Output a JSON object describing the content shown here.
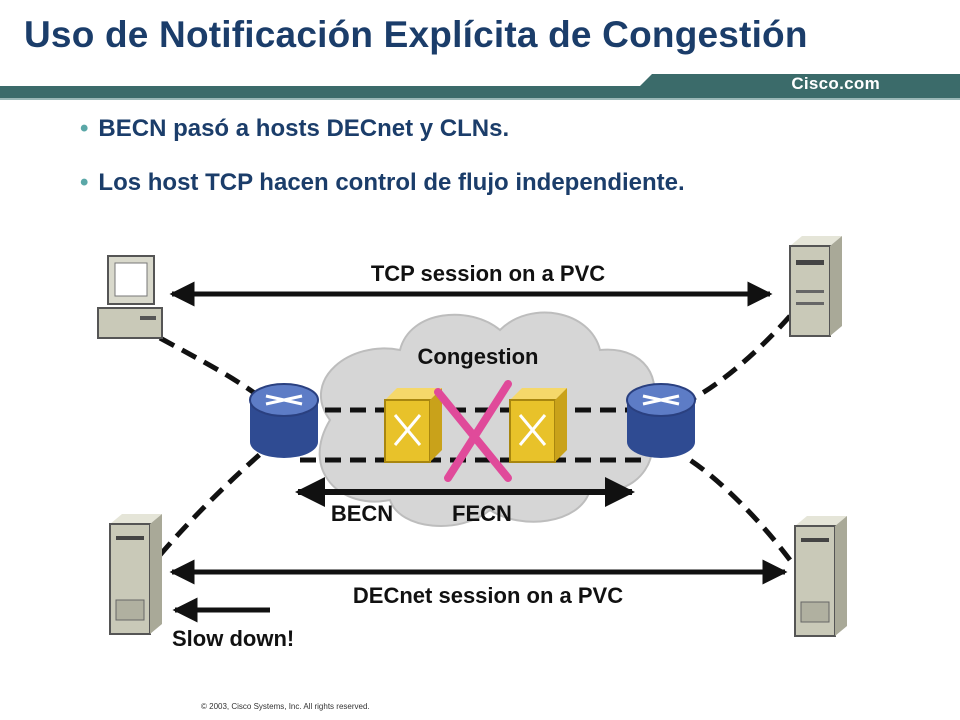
{
  "header": {
    "title": "Uso de Notificación Explícita de Congestión",
    "brand": "Cisco.com",
    "colors": {
      "title": "#1b3d6a",
      "band": "#3b6b6a",
      "bullet_dot": "#5aa7a7"
    }
  },
  "bullets": [
    "BECN pasó a hosts DECnet y CLNs.",
    "Los host TCP hacen control de flujo independiente."
  ],
  "diagram": {
    "tcp_session_label": "TCP session on a PVC",
    "congestion_label": "Congestion",
    "becn_label": "BECN",
    "fecn_label": "FECN",
    "decnet_session_label": "DECnet session on a PVC",
    "slow_down_label": "Slow down!",
    "icons": [
      "workstation-icon",
      "server-icon",
      "router-icon",
      "frame-relay-switch-icon",
      "congestion-x-icon"
    ],
    "colors": {
      "cloud": "#d6d6d6",
      "router": "#3f5ca8",
      "switch": "#e8c22a",
      "x_mark": "#e04a9a",
      "server": "#c9c9b8"
    }
  },
  "footer": {
    "copyright": "© 2003, Cisco Systems, Inc. All rights reserved."
  }
}
